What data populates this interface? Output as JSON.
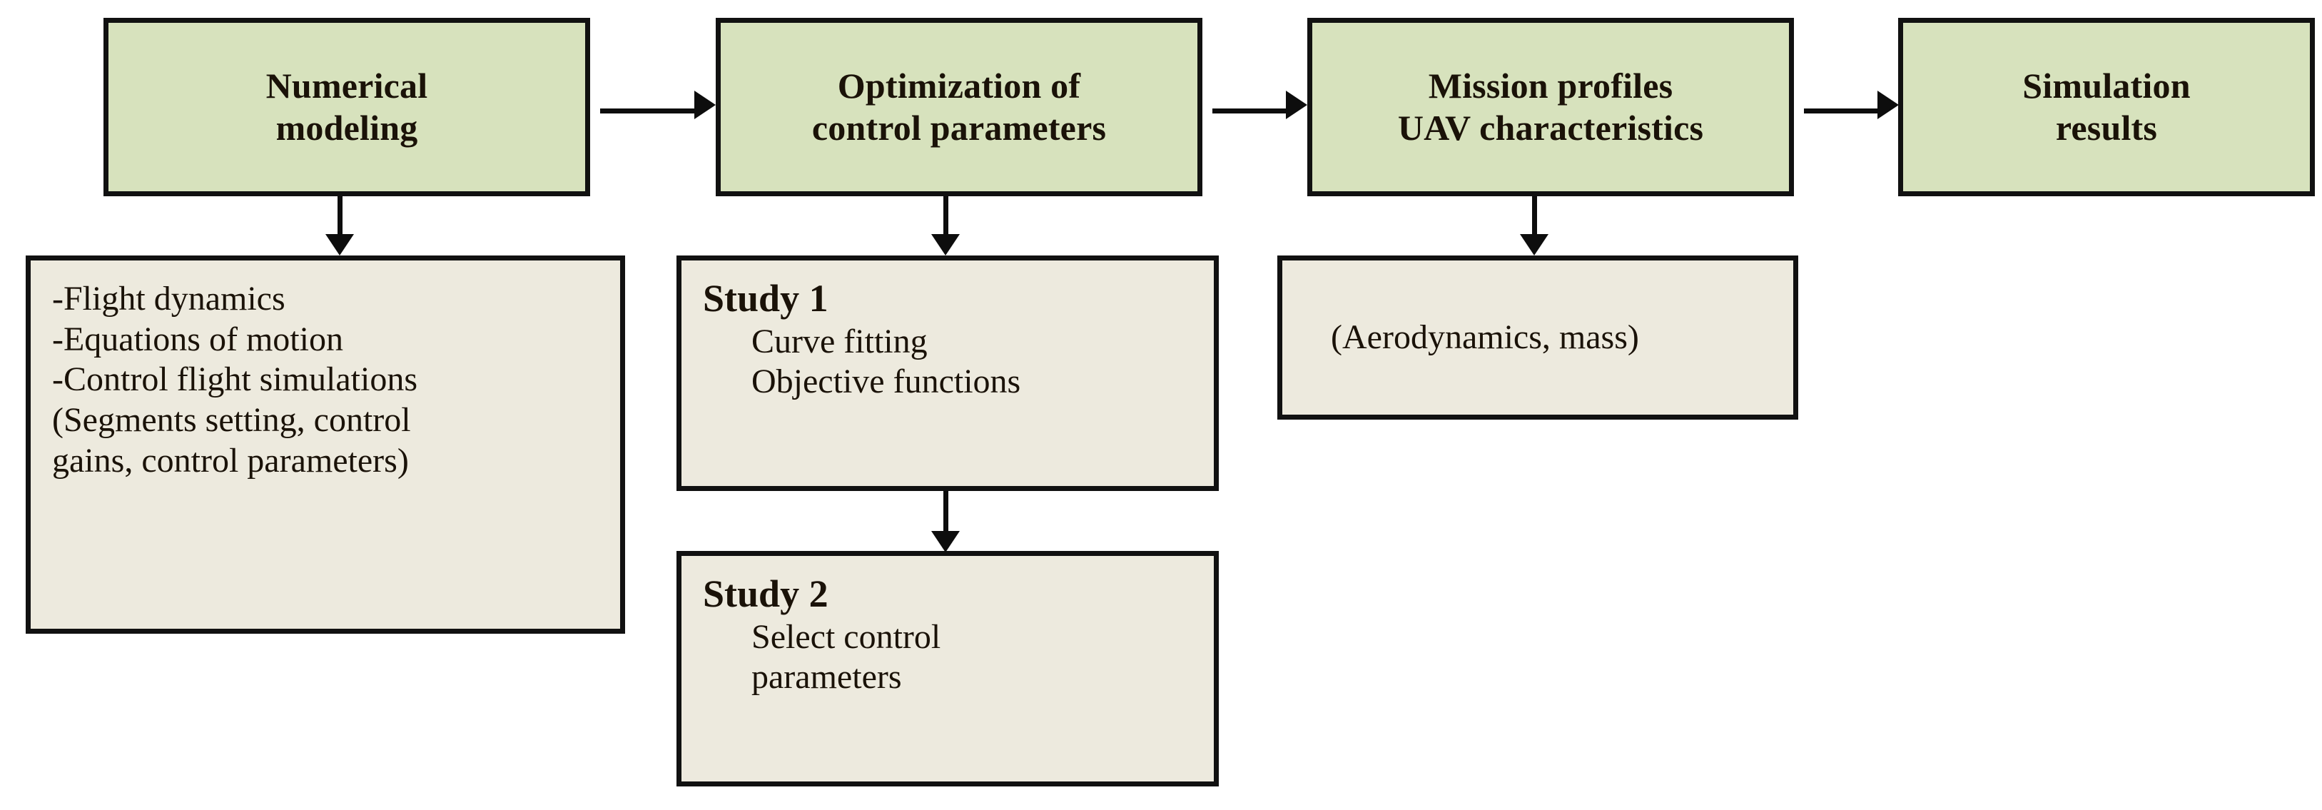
{
  "diagram": {
    "title": "UAV simulation methodology flowchart",
    "colors": {
      "stage_fill": "#d7e2bd",
      "detail_fill": "#edeade",
      "border": "#111111",
      "shadow": "#8a8a8a",
      "text": "#1a1208",
      "background": "#ffffff"
    },
    "stages": [
      {
        "id": "numerical-modeling",
        "lines": [
          "Numerical",
          "modeling"
        ]
      },
      {
        "id": "optimization",
        "lines": [
          "Optimization of",
          "control parameters"
        ]
      },
      {
        "id": "mission-profiles",
        "lines": [
          "Mission profiles",
          "UAV characteristics"
        ]
      },
      {
        "id": "simulation-results",
        "lines": [
          "Simulation",
          "results"
        ]
      }
    ],
    "details": [
      {
        "id": "modeling-details",
        "lines": [
          "-Flight dynamics",
          "-Equations of motion",
          "-Control flight simulations",
          "(Segments setting, control",
          "gains, control parameters)"
        ]
      },
      {
        "id": "study-1",
        "heading": "Study 1",
        "lines": [
          "Curve fitting",
          "Objective functions"
        ]
      },
      {
        "id": "study-2",
        "heading": "Study 2",
        "lines": [
          "Select control",
          "parameters"
        ]
      },
      {
        "id": "uav-details",
        "lines": [
          "(Aerodynamics, mass)"
        ]
      }
    ],
    "connectors": [
      {
        "id": "numerical-to-optimization",
        "direction": "right"
      },
      {
        "id": "optimization-to-mission",
        "direction": "right"
      },
      {
        "id": "mission-to-simulation",
        "direction": "right"
      },
      {
        "id": "numerical-to-modeling-details",
        "direction": "down"
      },
      {
        "id": "optimization-to-study1",
        "direction": "down"
      },
      {
        "id": "study1-to-study2",
        "direction": "down"
      },
      {
        "id": "mission-to-uav-details",
        "direction": "down"
      }
    ]
  }
}
